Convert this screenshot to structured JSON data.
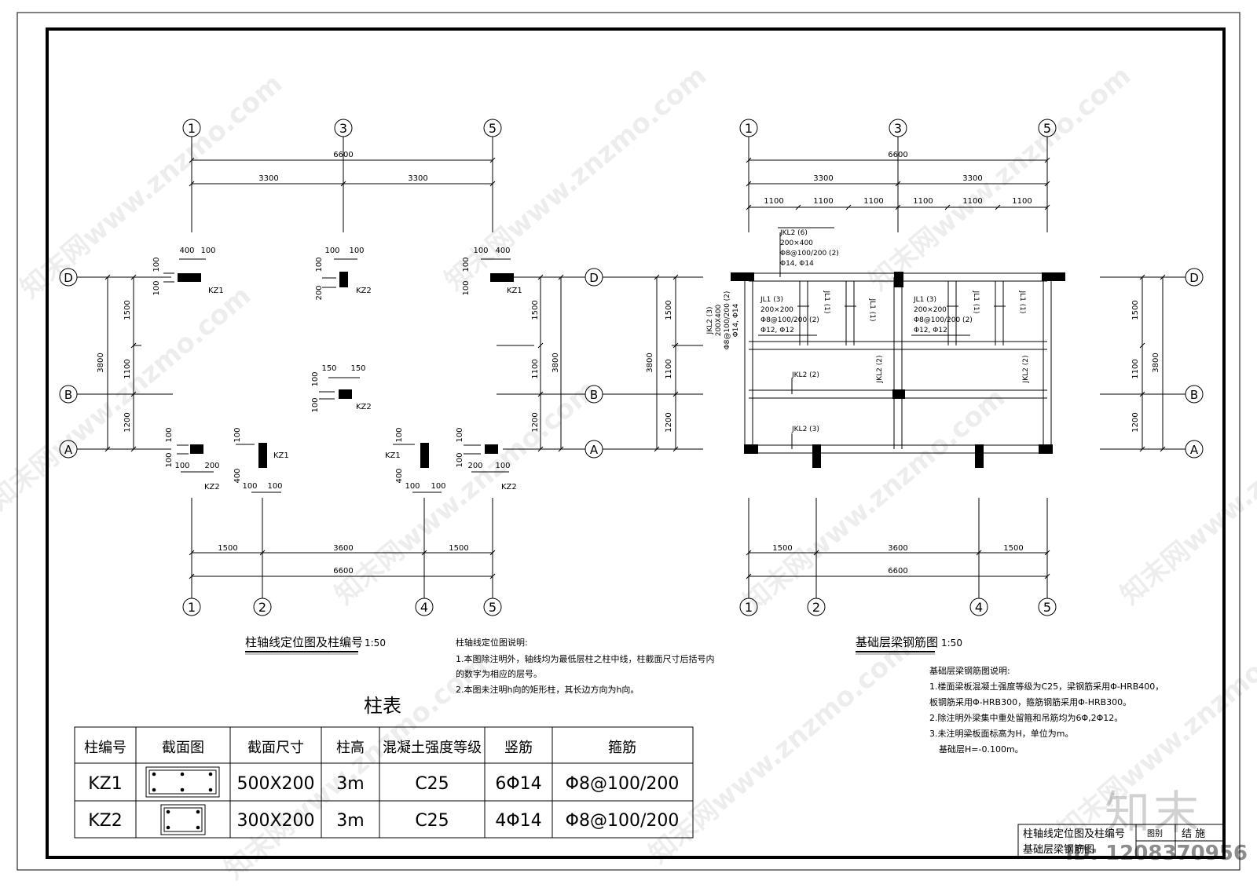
{
  "axes_top": [
    "1",
    "3",
    "5"
  ],
  "axes_bottom": [
    "1",
    "2",
    "4",
    "5"
  ],
  "axes_rows": [
    "D",
    "B",
    "A"
  ],
  "dims": {
    "total": "6600",
    "half": "3300",
    "sub": "1100",
    "bottom_left": "1500",
    "bottom_mid": "3600",
    "bottom_right": "1500",
    "row1": "1500",
    "row2": "1100",
    "row3": "1200",
    "row_total": "3800"
  },
  "col_dims": {
    "d400": "400",
    "d100": "100",
    "d200": "200",
    "d150": "150"
  },
  "column_marks": {
    "kz1": "KZ1",
    "kz2": "KZ2"
  },
  "beam_labels": {
    "jkl2_6": "JKL2 (6)",
    "jkl2_6_size": "200×400",
    "jkl2_6_stirrup": "Φ8@100/200 (2)",
    "jkl2_6_bars": "Φ14, Φ14",
    "jl1": "JL1 (3)",
    "jl1_size": "200×200",
    "jl1_stirrup": "Φ8@100/200 (2)",
    "jl1_bars": "Φ12, Φ12",
    "jkl2_3": "JKL2 (3)",
    "jkl2_3_size": "200X400",
    "jkl2_3_stirrup": "Φ8@100/200 (2)",
    "jkl2_3_bars": "Φ14, Φ14",
    "jkl2_2": "JKL2 (2)",
    "jkl2_3b": "JKL2 (3)",
    "jl1_1": "JL1 (1)"
  },
  "left_title": "柱轴线定位图及柱编号",
  "left_scale": "1:50",
  "right_title": "基础层梁钢筋图",
  "right_scale": "1:50",
  "left_notes": {
    "heading": "柱轴线定位图说明:",
    "lines": [
      "1.本图除注明外，轴线均为最低层柱之柱中线，柱截面尺寸后括号内",
      "的数字为相应的层号。",
      "2.本图未注明h向的矩形柱，其长边方向为h向。"
    ]
  },
  "right_notes": {
    "heading": "基础层梁钢筋图说明:",
    "lines": [
      "1.楼面梁板混凝土强度等级为C25，梁钢筋采用Φ-HRB400，",
      "板钢筋采用Φ-HRB300，箍筋钢筋采用Φ-HRB300。",
      "2.除注明外梁集中重处留箍和吊筋均为6Φ,2Φ12。",
      "3.未注明梁板面标高为H，单位为m。",
      "基础层H=-0.100m。"
    ]
  },
  "table": {
    "title": "柱表",
    "headers": [
      "柱编号",
      "截面图",
      "截面尺寸",
      "柱高",
      "混凝土强度等级",
      "竖筋",
      "箍筋"
    ],
    "rows": [
      {
        "id": "KZ1",
        "size": "500X200",
        "height": "3m",
        "concrete": "C25",
        "rebar": "6Φ14",
        "stirrup": "Φ8@100/200"
      },
      {
        "id": "KZ2",
        "size": "300X200",
        "height": "3m",
        "concrete": "C25",
        "rebar": "4Φ14",
        "stirrup": "Φ8@100/200"
      }
    ]
  },
  "titleblock": {
    "name1": "柱轴线定位图及柱编号",
    "name2": "基础层梁钢筋图",
    "tag": "图别",
    "discipline": "结 施"
  },
  "watermark": "知末网www.znzmo.com",
  "brand": "知末",
  "id_label": "ID: 1208370956"
}
